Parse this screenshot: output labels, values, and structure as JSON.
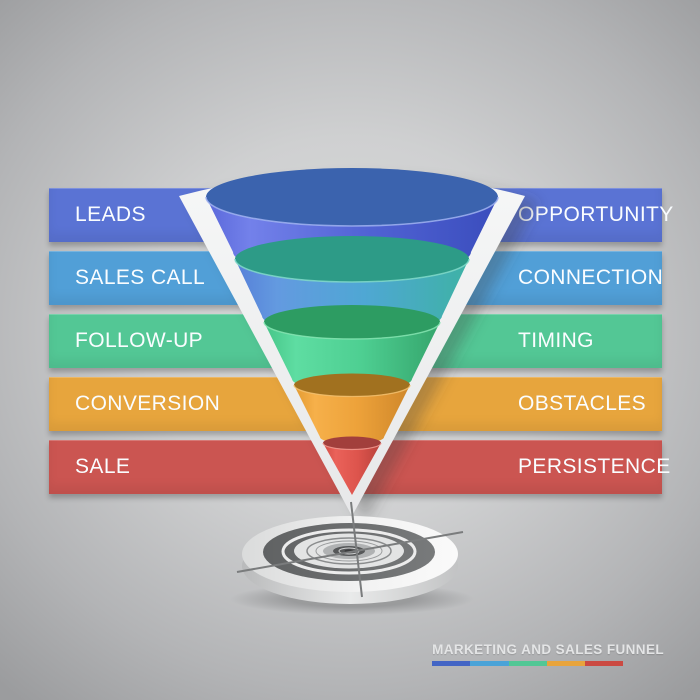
{
  "diagram_title": "MARKETING AND SALES FUNNEL",
  "rows": [
    {
      "left": "LEADS",
      "right": "OPPORTUNITY",
      "color": "#5a73d4"
    },
    {
      "left": "SALES CALL",
      "right": "CONNECTION",
      "color": "#519fd7"
    },
    {
      "left": "FOLLOW-UP",
      "right": "TIMING",
      "color": "#53c795"
    },
    {
      "left": "CONVERSION",
      "right": "OBSTACLES",
      "color": "#e7a53d"
    },
    {
      "left": "SALE",
      "right": "PERSISTENCE",
      "color": "#cb5551"
    }
  ],
  "legend_colors": [
    "#4365c5",
    "#4aa3d8",
    "#52c795",
    "#e8a43c",
    "#cb4a42"
  ],
  "funnel": {
    "backdrop_color": "#f1f2f2",
    "segments": [
      {
        "stage": "LEADS / OPPORTUNITY",
        "top": "#3b63ae",
        "rim": "#9db0f0",
        "body_edge": "#5a68da",
        "body_light": "#7381ea",
        "body_mid": "#5163d4",
        "body_dark": "#3a4dbd"
      },
      {
        "stage": "SALES CALL / CONNECTION",
        "top": "#2d9b87",
        "rim": "#7fd8c8",
        "body_edge": "#567fd8",
        "body_light": "#639ae0",
        "body_mid": "#4fa7d4",
        "body_dark": "#3eb2a5"
      },
      {
        "stage": "FOLLOW-UP / TIMING",
        "top": "#2d9c62",
        "rim": "#84e4b0",
        "body_edge": "#46c487",
        "body_light": "#5edda2",
        "body_mid": "#4ecf92",
        "body_dark": "#35a56c"
      },
      {
        "stage": "CONVERSION / OBSTACLES",
        "top": "#a1711f",
        "rim": "#f3c06c",
        "body_edge": "#e29a31",
        "body_light": "#f6b04a",
        "body_mid": "#eda23a",
        "body_dark": "#cf872a"
      },
      {
        "stage": "SALE / PERSISTENCE",
        "top": "#a23f3c",
        "rim": "#f29a90",
        "body_edge": "#d24d45",
        "body_light": "#ea625a",
        "body_mid": "#dd544c",
        "body_dark": "#b8423c"
      }
    ]
  },
  "target": {
    "disc": "#f2f2f2",
    "disc_shade": "#dadbdb",
    "ring_dark": "#6d6f70",
    "ring_light": "#ececec",
    "inner_light": "#e3e4e4",
    "center_mid": "#b0b2b3",
    "center_dark": "#565859",
    "line": "#7a7c7d"
  }
}
